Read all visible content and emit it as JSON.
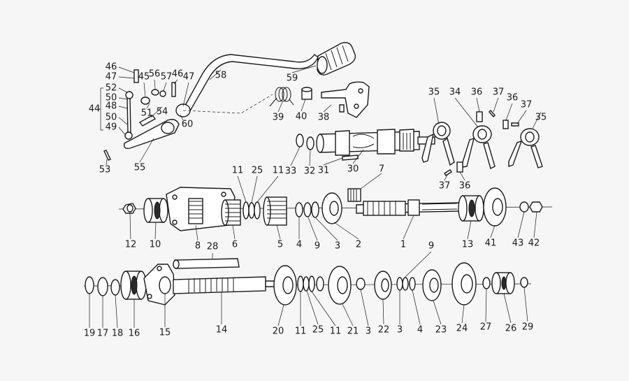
{
  "callouts": [
    {
      "id": "c46a",
      "text": "46"
    },
    {
      "id": "c47a",
      "text": "47"
    },
    {
      "id": "c45",
      "text": "45"
    },
    {
      "id": "c56",
      "text": "56"
    },
    {
      "id": "c57",
      "text": "57"
    },
    {
      "id": "c46b",
      "text": "46"
    },
    {
      "id": "c47b",
      "text": "47"
    },
    {
      "id": "c52",
      "text": "52"
    },
    {
      "id": "c50a",
      "text": "50"
    },
    {
      "id": "c44",
      "text": "44"
    },
    {
      "id": "c48",
      "text": "48"
    },
    {
      "id": "c50b",
      "text": "50"
    },
    {
      "id": "c49",
      "text": "49"
    },
    {
      "id": "c51",
      "text": "51"
    },
    {
      "id": "c54",
      "text": "54"
    },
    {
      "id": "c60",
      "text": "60"
    },
    {
      "id": "c53",
      "text": "53"
    },
    {
      "id": "c55",
      "text": "55"
    },
    {
      "id": "c58",
      "text": "58"
    },
    {
      "id": "c59",
      "text": "59"
    },
    {
      "id": "c39",
      "text": "39"
    },
    {
      "id": "c40",
      "text": "40"
    },
    {
      "id": "c38",
      "text": "38"
    },
    {
      "id": "c35a",
      "text": "35"
    },
    {
      "id": "c34",
      "text": "34"
    },
    {
      "id": "c36a",
      "text": "36"
    },
    {
      "id": "c37a",
      "text": "37"
    },
    {
      "id": "c36b",
      "text": "36"
    },
    {
      "id": "c37b",
      "text": "37"
    },
    {
      "id": "c35b",
      "text": "35"
    },
    {
      "id": "c33",
      "text": "33"
    },
    {
      "id": "c32",
      "text": "32"
    },
    {
      "id": "c31",
      "text": "31"
    },
    {
      "id": "c30",
      "text": "30"
    },
    {
      "id": "c37c",
      "text": "37"
    },
    {
      "id": "c36c",
      "text": "36"
    },
    {
      "id": "c7",
      "text": "7"
    },
    {
      "id": "c11a",
      "text": "11"
    },
    {
      "id": "c25a",
      "text": "25"
    },
    {
      "id": "c11b",
      "text": "11"
    },
    {
      "id": "c12",
      "text": "12"
    },
    {
      "id": "c10",
      "text": "10"
    },
    {
      "id": "c8",
      "text": "8"
    },
    {
      "id": "c6",
      "text": "6"
    },
    {
      "id": "c5",
      "text": "5"
    },
    {
      "id": "c4a",
      "text": "4"
    },
    {
      "id": "c9a",
      "text": "9"
    },
    {
      "id": "c3a",
      "text": "3"
    },
    {
      "id": "c2",
      "text": "2"
    },
    {
      "id": "c1",
      "text": "1"
    },
    {
      "id": "c13",
      "text": "13"
    },
    {
      "id": "c41",
      "text": "41"
    },
    {
      "id": "c43",
      "text": "43"
    },
    {
      "id": "c42",
      "text": "42"
    },
    {
      "id": "c28",
      "text": "28"
    },
    {
      "id": "c9b",
      "text": "9"
    },
    {
      "id": "c19",
      "text": "19"
    },
    {
      "id": "c17",
      "text": "17"
    },
    {
      "id": "c18",
      "text": "18"
    },
    {
      "id": "c16",
      "text": "16"
    },
    {
      "id": "c15",
      "text": "15"
    },
    {
      "id": "c14",
      "text": "14"
    },
    {
      "id": "c20",
      "text": "20"
    },
    {
      "id": "c11c",
      "text": "11"
    },
    {
      "id": "c25b",
      "text": "25"
    },
    {
      "id": "c11d",
      "text": "11"
    },
    {
      "id": "c21",
      "text": "21"
    },
    {
      "id": "c3b",
      "text": "3"
    },
    {
      "id": "c22",
      "text": "22"
    },
    {
      "id": "c3c",
      "text": "3"
    },
    {
      "id": "c4b",
      "text": "4"
    },
    {
      "id": "c23",
      "text": "23"
    },
    {
      "id": "c24",
      "text": "24"
    },
    {
      "id": "c27",
      "text": "27"
    },
    {
      "id": "c26",
      "text": "26"
    },
    {
      "id": "c29",
      "text": "29"
    }
  ]
}
